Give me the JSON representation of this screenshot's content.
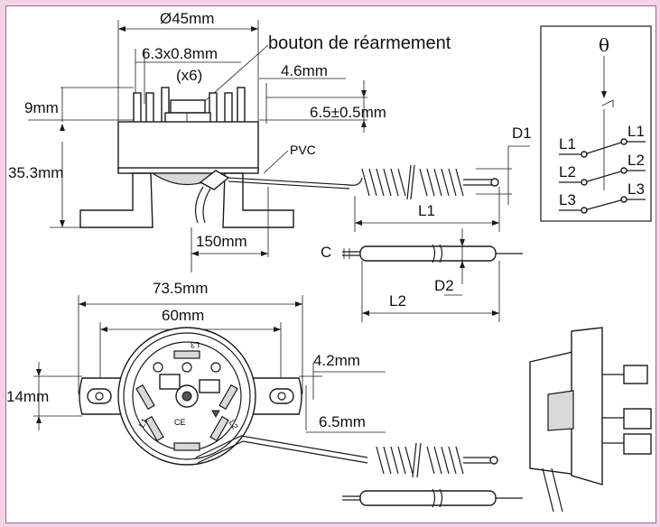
{
  "colors": {
    "frame_background": "#f3d3e6",
    "sheet_background": "#ffffff",
    "line": "#1a1a1a"
  },
  "top_view": {
    "diameter": "Ø45mm",
    "terminal_size": "6.3x0.8mm",
    "terminal_count": "(x6)",
    "reset_button": "bouton de réarmement",
    "terminal_offset": "4.6mm",
    "terminal_height": "6.5±0.5mm",
    "terminal_length": "9mm",
    "body_height": "35.3mm",
    "cable_material": "PVC",
    "cable_length": "150mm"
  },
  "bulb": {
    "coil_diameter": "D1",
    "coil_length": "L1",
    "capillary": "C",
    "bulb_diameter": "D2",
    "bulb_length": "L2"
  },
  "schematic": {
    "symbol": "θ",
    "lines": [
      "L1",
      "L2",
      "L3"
    ]
  },
  "front_view": {
    "mount_span": "73.5mm",
    "hole_span": "60mm",
    "flange_height": "14mm",
    "hole_diameter": "4.2mm",
    "slot_width": "6.5mm",
    "face_labels": [
      "L3",
      "L1",
      "L2"
    ]
  }
}
